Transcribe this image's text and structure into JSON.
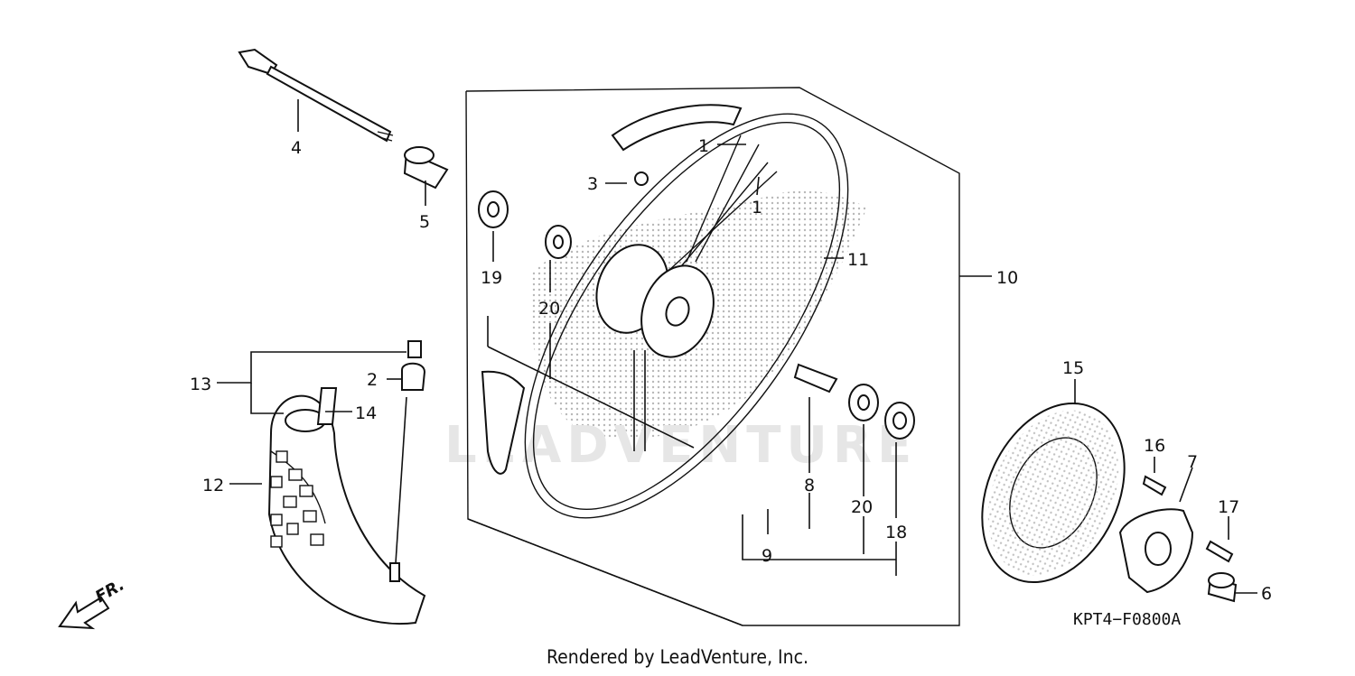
{
  "diagram": {
    "reference_code": "KPT4−F0800A",
    "credit": "Rendered by LeadVenture, Inc.",
    "watermark": "LEADVENTURE",
    "direction_label": "FR.",
    "callouts": {
      "c1a": "1",
      "c1b": "1",
      "c2": "2",
      "c3": "3",
      "c4": "4",
      "c5": "5",
      "c6": "6",
      "c7": "7",
      "c8": "8",
      "c9": "9",
      "c10": "10",
      "c11": "11",
      "c12": "12",
      "c13": "13",
      "c14": "14",
      "c15": "15",
      "c16": "16",
      "c17": "17",
      "c18": "18",
      "c19": "19",
      "c20a": "20",
      "c20b": "20"
    }
  }
}
